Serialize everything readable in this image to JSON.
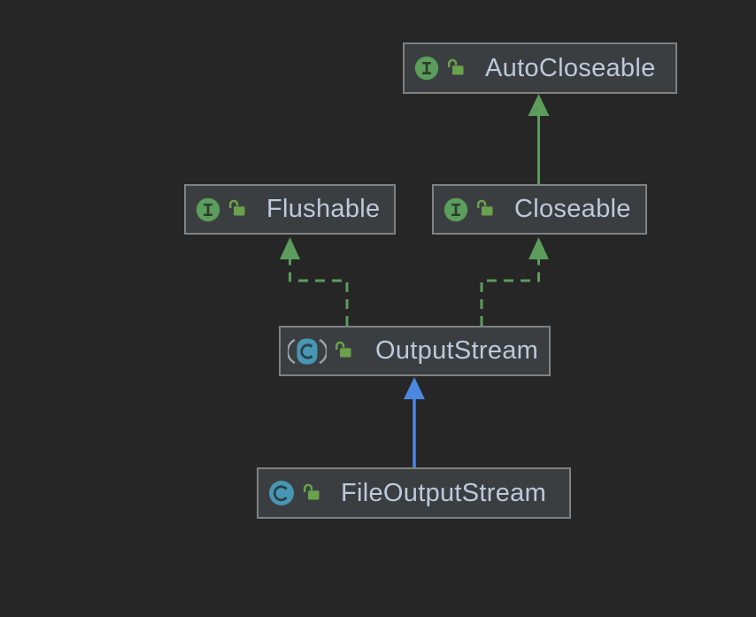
{
  "diagram": {
    "title": "Java OutputStream class hierarchy UML diagram",
    "nodes": [
      {
        "id": "autocloseable",
        "label": "AutoCloseable",
        "kind": "interface",
        "icons": [
          "interface-icon",
          "unlocked-icon"
        ]
      },
      {
        "id": "flushable",
        "label": "Flushable",
        "kind": "interface",
        "icons": [
          "interface-icon",
          "unlocked-icon"
        ]
      },
      {
        "id": "closeable",
        "label": "Closeable",
        "kind": "interface",
        "icons": [
          "interface-icon",
          "unlocked-icon"
        ]
      },
      {
        "id": "outputstream",
        "label": "OutputStream",
        "kind": "abstract-class",
        "icons": [
          "abstract-class-icon",
          "unlocked-icon"
        ]
      },
      {
        "id": "fileoutputstream",
        "label": "FileOutputStream",
        "kind": "class",
        "icons": [
          "class-icon",
          "unlocked-icon"
        ]
      }
    ],
    "edges": [
      {
        "from": "Closeable",
        "to": "AutoCloseable",
        "relation": "extends",
        "line": "solid",
        "color": "#5c9c5c"
      },
      {
        "from": "OutputStream",
        "to": "Flushable",
        "relation": "implements",
        "line": "dashed",
        "color": "#5c9c5c"
      },
      {
        "from": "OutputStream",
        "to": "Closeable",
        "relation": "implements",
        "line": "dashed",
        "color": "#5c9c5c"
      },
      {
        "from": "FileOutputStream",
        "to": "OutputStream",
        "relation": "extends",
        "line": "solid",
        "color": "#4c87e0"
      }
    ],
    "colors": {
      "background": "#262626",
      "node_fill": "#3b3e40",
      "node_border": "#7f8183",
      "label_text": "#bdc9dc",
      "implements_arrow_green": "#5c9c5c",
      "extends_arrow_blue": "#4c87e0",
      "interface_icon_green": "#5b9e5b",
      "class_icon_teal": "#4796b4",
      "lock_icon_green": "#69a14c",
      "paren_gray": "#9aa3ab"
    }
  }
}
